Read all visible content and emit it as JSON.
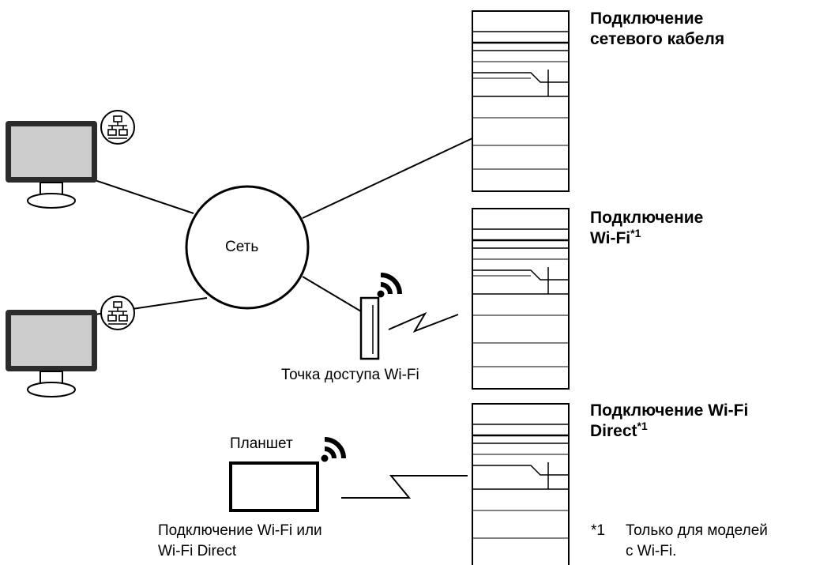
{
  "network": {
    "label": "Сеть"
  },
  "connections": {
    "wired": {
      "line1": "Подключение",
      "line2": "сетевого кабеля"
    },
    "wifi": {
      "line1": "Подключение",
      "line2": "Wi-Fi",
      "mark": "*1"
    },
    "wifi_direct": {
      "line1": "Подключение Wi-Fi",
      "line2": "Direct",
      "mark": "*1"
    }
  },
  "access_point": {
    "label": "Точка доступа Wi-Fi"
  },
  "tablet": {
    "label": "Планшет",
    "caption_line1": "Подключение Wi-Fi или",
    "caption_line2": "Wi-Fi Direct"
  },
  "footnote": {
    "mark": "*1",
    "line1": "Только для моделей",
    "line2": "с Wi-Fi."
  },
  "icons": [
    "computer-icon",
    "network-icon",
    "printer-icon",
    "wifi-icon",
    "access-point-icon",
    "tablet-icon"
  ]
}
